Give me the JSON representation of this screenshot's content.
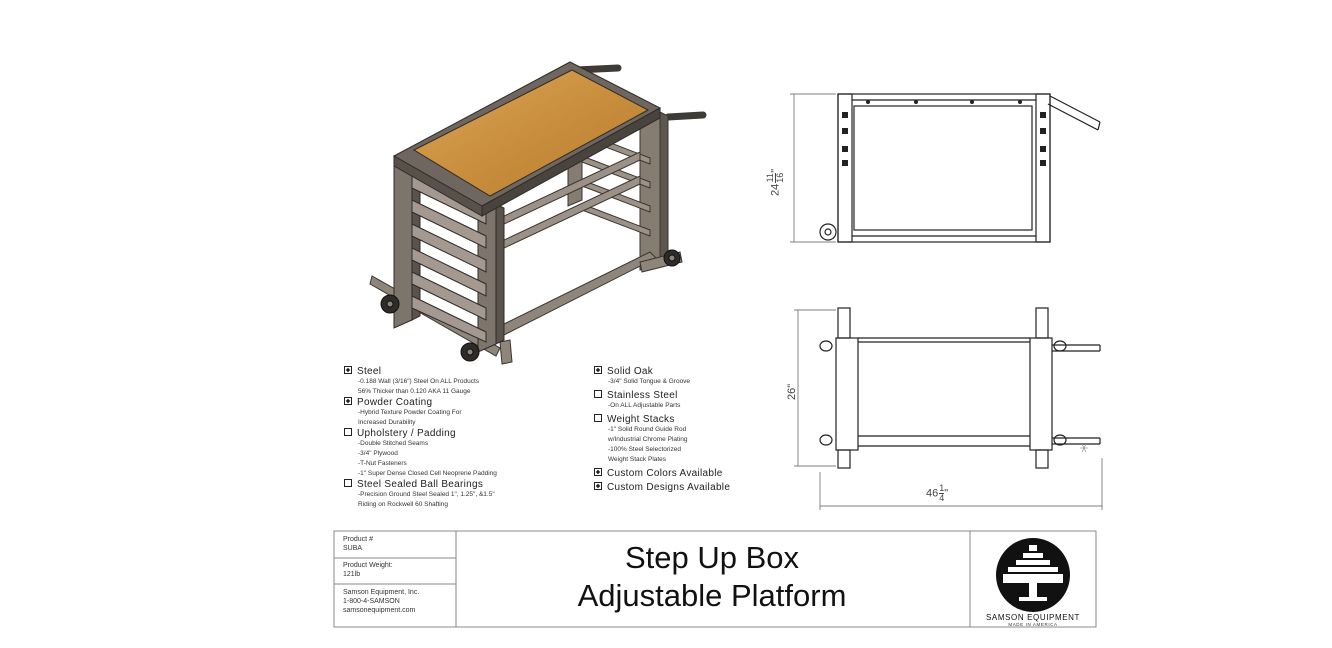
{
  "specs_left": [
    {
      "checked": true,
      "title": "Steel",
      "lines": [
        "-0.188 Wall (3/16\") Steel On ALL Products",
        "56% Thicker than 0.120 AKA 11 Gauge"
      ]
    },
    {
      "checked": true,
      "title": "Powder Coating",
      "lines": [
        "-Hybrid Texture Powder Coating For",
        "Increased Durability"
      ]
    },
    {
      "checked": false,
      "title": "Upholstery / Padding",
      "lines": [
        "-Double Stitched Seams",
        "-3/4\" Plywood",
        "-T-Nut Fasteners",
        "-1\" Super Dense Closed Cell Neoprene Padding"
      ]
    },
    {
      "checked": false,
      "title": "Steel Sealed Ball Bearings",
      "lines": [
        "-Precision Ground Steel Sealed 1\", 1.25\", &1.5\"",
        "Riding on Rockwell 60 Shafting"
      ]
    }
  ],
  "specs_right": [
    {
      "checked": true,
      "title": "Solid Oak",
      "lines": [
        "-3/4\" Solid Tongue & Groove"
      ]
    },
    {
      "checked": false,
      "title": "Stainless Steel",
      "lines": [
        "-On ALL Adjustable Parts"
      ]
    },
    {
      "checked": false,
      "title": "Weight Stacks",
      "lines": [
        "-1\" Solid Round Guide Rod",
        "w/Industrial Chrome Plating",
        "-100% Steel Selectorized",
        "Weight Stack Plates"
      ]
    },
    {
      "checked": true,
      "title": "Custom Colors Available",
      "lines": []
    },
    {
      "checked": true,
      "title": "Custom Designs Available",
      "lines": []
    }
  ],
  "dimensions": {
    "top_height_whole": "24",
    "top_height_num": "11",
    "top_height_den": "16",
    "top_height_unit": "\"",
    "front_height": "26\"",
    "front_width_whole": "46",
    "front_width_num": "1",
    "front_width_den": "4",
    "front_width_unit": "\""
  },
  "title_block": {
    "product_label": "Product #",
    "product_value": "SUBA",
    "weight_label": "Product Weight:",
    "weight_value": "121lb",
    "company": "Samson Equipment, Inc.",
    "phone": "1-800-4-SAMSON",
    "website": "samsonequipment.com",
    "title_line1": "Step Up Box",
    "title_line2": "Adjustable Platform",
    "logo_name": "SAMSON EQUIPMENT",
    "logo_tagline": "MADE IN AMERICA",
    "logo_icon": "barbell-plate-stack-icon"
  },
  "colors": {
    "steel": "#7f776e",
    "steel_dark": "#4a443f",
    "oak": "#c98f3e",
    "oak_dark": "#a8702a",
    "line": "#222222"
  }
}
